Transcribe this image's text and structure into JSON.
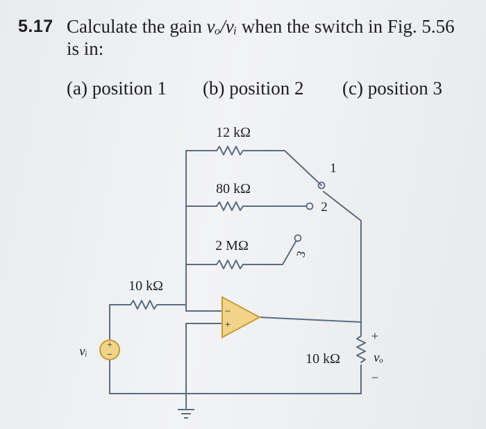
{
  "problem": {
    "number": "5.17",
    "text_line1_before": "Calculate the gain ",
    "gain_expr": "vₒ/vᵢ",
    "text_line1_after": " when the switch in Fig. 5.56",
    "text_line2": "is in:"
  },
  "parts": [
    {
      "label": "(a) position 1"
    },
    {
      "label": "(b) position 2"
    },
    {
      "label": "(c) position 3"
    }
  ],
  "circuit": {
    "r_top": "12 kΩ",
    "r_mid": "80 kΩ",
    "r_low": "2 MΩ",
    "r_in": "10 kΩ",
    "r_load": "10 kΩ",
    "switch_pos1": "1",
    "switch_pos2": "2",
    "switch_pos3": "3",
    "source_label": "vᵢ",
    "source_plus": "+",
    "source_minus": "−",
    "opamp_minus": "−",
    "opamp_plus": "+",
    "vo_label": "vₒ",
    "vo_plus": "+",
    "vo_minus": "−"
  },
  "colors": {
    "wire": "#5a6b82",
    "opamp_fill": "#f1d48a",
    "opamp_stroke": "#c89a3a",
    "source_fill": "#f1d48a",
    "text": "#1d1d22"
  }
}
